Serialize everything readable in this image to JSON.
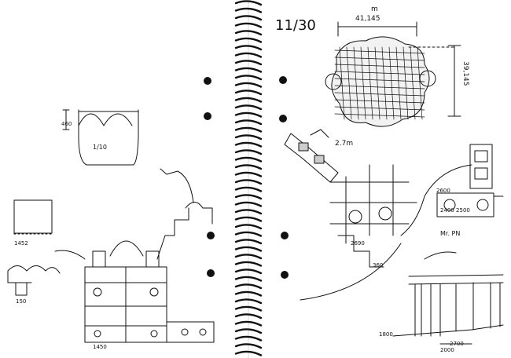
{
  "sketch": {
    "date": "11/30",
    "dim_width": "41,145",
    "dim_height": "39,145",
    "dim_mid_label": "m",
    "scale_note": "1/10",
    "room_label": "2.7m",
    "right_tag": "Mr. PN",
    "left_numbers": [
      "1450",
      "1452",
      "150"
    ],
    "bottom_numbers": [
      "2000",
      "2600",
      "360",
      "2690",
      "1800",
      "460"
    ],
    "lower_note": "2400 2500",
    "bottom_right": "2700"
  }
}
